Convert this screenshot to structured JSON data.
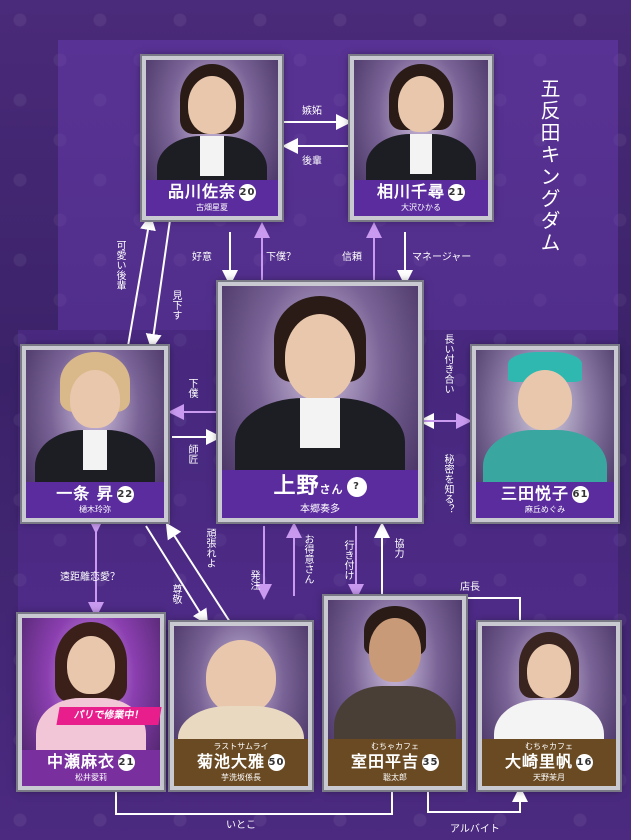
{
  "title": "五反田キングダム",
  "characters": {
    "shinagawa": {
      "name": "品川佐奈",
      "age": "20",
      "actor": "古畑星夏"
    },
    "aikawa": {
      "name": "相川千尋",
      "age": "21",
      "actor": "大沢ひかる"
    },
    "ueno": {
      "name": "上野",
      "suffix": "さん",
      "age": "?",
      "actor": "本郷奏多"
    },
    "ichijo": {
      "name": "一条 昇",
      "age": "22",
      "actor": "樋木玲弥"
    },
    "mita": {
      "name": "三田悦子",
      "age": "61",
      "actor": "麻丘めぐみ"
    },
    "nakase": {
      "name": "中瀬麻衣",
      "age": "21",
      "actor": "松井愛莉",
      "tag": "パリで修業中！"
    },
    "kikuchi": {
      "name": "菊池大雅",
      "age": "50",
      "actor": "芋洗坂係長",
      "sub": "ラストサムライ"
    },
    "murota": {
      "name": "室田平吉",
      "age": "35",
      "actor": "聡太郎",
      "sub": "むちゃカフェ"
    },
    "osaki": {
      "name": "大崎里帆",
      "age": "16",
      "actor": "天野茉月",
      "sub": "むちゃカフェ"
    }
  },
  "relations": {
    "shitto": "嫉妬",
    "kohai": "後輩",
    "koui": "好意",
    "geboku_q": "下僕？",
    "shinrai": "信頼",
    "manager": "マネージャー",
    "kawaii_kohai": "可愛い後輩",
    "mikudasu": "見下す",
    "nagai": "長い付き合い",
    "geboku": "下僕",
    "shisho": "師匠",
    "himitsu": "秘密を知る？",
    "enkyori": "遠距離恋愛？",
    "ganbare": "頑張れよ",
    "sonkei": "尊敬",
    "hatchu": "発注",
    "otokui": "お得意さん",
    "ikitsuke": "行き付け",
    "kyoryoku": "協力",
    "tencho": "店長",
    "itoko": "いとこ",
    "arubaito": "アルバイト"
  }
}
